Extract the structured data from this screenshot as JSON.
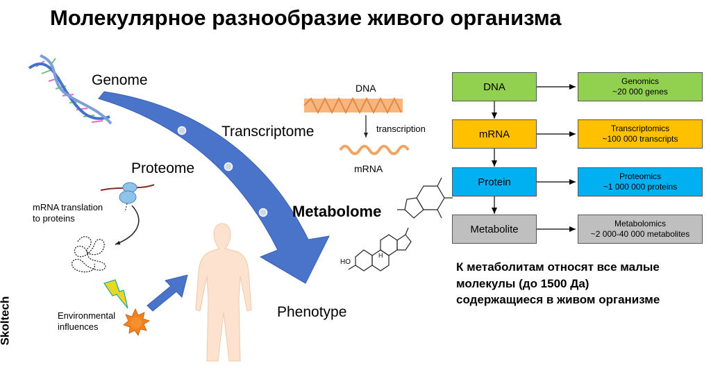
{
  "title": "Молекулярное разнообразие живого организма",
  "brand": "Skoltech",
  "left_panel": {
    "genome": "Genome",
    "transcriptome": "Transcriptome",
    "proteome": "Proteome",
    "metabolome": "Metabolome",
    "phenotype": "Phenotype",
    "translation_line1": "mRNA translation",
    "translation_line2": "to proteins",
    "env_line1": "Environmental",
    "env_line2": "influences",
    "dna": "DNA",
    "transcription": "transcription",
    "mrna": "mRNA",
    "hydroxyl": "HO",
    "ring_h": "H"
  },
  "flow": {
    "boxes": [
      {
        "label": "DNA",
        "fill": "#92d050",
        "result_line1": "Genomics",
        "result_line2": "~20 000 genes"
      },
      {
        "label": "mRNA",
        "fill": "#ffc000",
        "result_line1": "Transcriptomics",
        "result_line2": "~100 000 transcripts"
      },
      {
        "label": "Protein",
        "fill": "#00b0f0",
        "result_line1": "Proteomics",
        "result_line2": "~1 000 000 proteins"
      },
      {
        "label": "Metabolite",
        "fill": "#bfbfbf",
        "result_line1": "Metabolomics",
        "result_line2": "~2 000-40 000 metabolites"
      }
    ]
  },
  "note": {
    "line1": "К метаболитам относят все малые",
    "line2": "молекулы (до 1500 Да)",
    "line3": "содержащиеся в живом организме"
  },
  "colors": {
    "arrow_blue": "#4472c4",
    "helix_pink": "#e06ec0",
    "helix_green": "#70c070",
    "strand_orange": "#f4a460",
    "sun_orange": "#f5821f",
    "bolt_yellow": "#e8d820",
    "body_skin": "#fde3cf"
  }
}
